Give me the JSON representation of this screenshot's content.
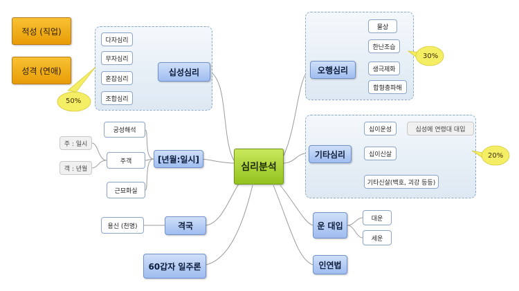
{
  "center": "심리분석",
  "top_left_boxes": [
    "적성 (직업)",
    "성격 (연애)"
  ],
  "sipseong": {
    "title": "십성심리",
    "leaves": [
      "다자심리",
      "무자심리",
      "혼잡심리",
      "조합심리"
    ],
    "percent": "50%"
  },
  "ohaeng": {
    "title": "오행심리",
    "leaves": [
      "물상",
      "한난조습",
      "생극제화",
      "합형충파해"
    ],
    "percent": "30%"
  },
  "gita": {
    "title": "기타심리",
    "leaves": [
      "십이운성",
      "십이신살",
      "기타신살(백호, 괴강 등등)"
    ],
    "sub": "십성에 연령대 대입",
    "percent": "20%"
  },
  "nyeonwol": {
    "title": "[년월:일시]",
    "leaves": [
      "궁성해석",
      "주객",
      "근묘화실"
    ],
    "gray": [
      "주 : 일시",
      "객 : 년월"
    ]
  },
  "gyeokguk": {
    "title": "격국",
    "leaf": "용신 (천명)"
  },
  "ilju": {
    "title": "60갑자 일주론"
  },
  "undaeip": {
    "title": "운 대입",
    "leaves": [
      "대운",
      "세운"
    ]
  },
  "inyeon": {
    "title": "인연법"
  }
}
